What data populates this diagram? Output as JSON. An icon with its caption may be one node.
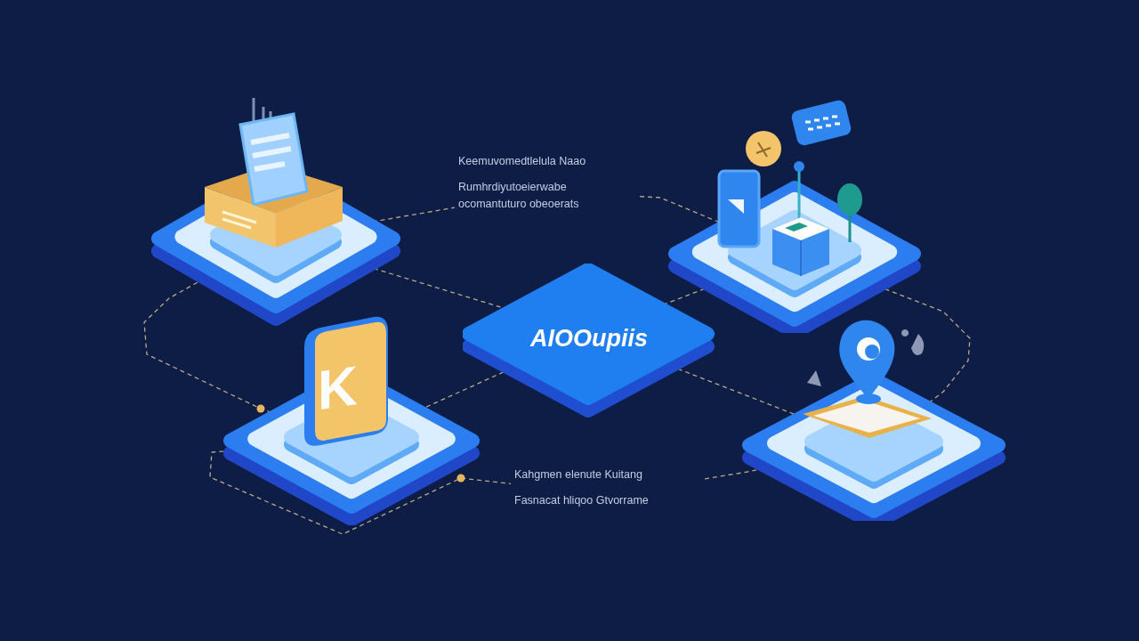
{
  "diagram": {
    "nodes": [
      {
        "text": [
          "AIOOupiis"
        ]
      },
      {
        "text": [],
        "shape": "picture"
      },
      {
        "text": [],
        "shape": "picture"
      },
      {
        "text": [
          "K"
        ]
      },
      {
        "text": [],
        "shape": "picture"
      },
      {
        "text": [
          "Keemuvomedtlelula Naao",
          "Rumhrdiyutoeierwabe ocomantuturo obeoerats"
        ]
      },
      {
        "text": [
          "Kahgmen elenute Kuitang",
          "Fasnacat hliqoo Gtvorrame"
        ]
      }
    ],
    "edges": [
      {
        "from": 1,
        "to": 0,
        "arrow": "none",
        "style": "dashed"
      },
      {
        "from": 0,
        "to": 2,
        "arrow": "none",
        "style": "dashed"
      },
      {
        "from": 0,
        "to": 3,
        "arrow": "none",
        "style": "dashed"
      },
      {
        "from": 0,
        "to": 4,
        "arrow": "none",
        "style": "dashed"
      },
      {
        "from": 1,
        "to": 3,
        "arrow": "none",
        "style": "dashed"
      },
      {
        "from": 2,
        "to": 4,
        "arrow": "none",
        "style": "dashed"
      },
      {
        "from": 1,
        "to": 5,
        "arrow": "none",
        "style": "dashed"
      },
      {
        "from": 5,
        "to": 2,
        "arrow": "none",
        "style": "dashed"
      },
      {
        "from": 3,
        "to": 6,
        "arrow": "none",
        "style": "dashed"
      },
      {
        "from": 6,
        "to": 4,
        "arrow": "none",
        "style": "dashed"
      }
    ]
  }
}
